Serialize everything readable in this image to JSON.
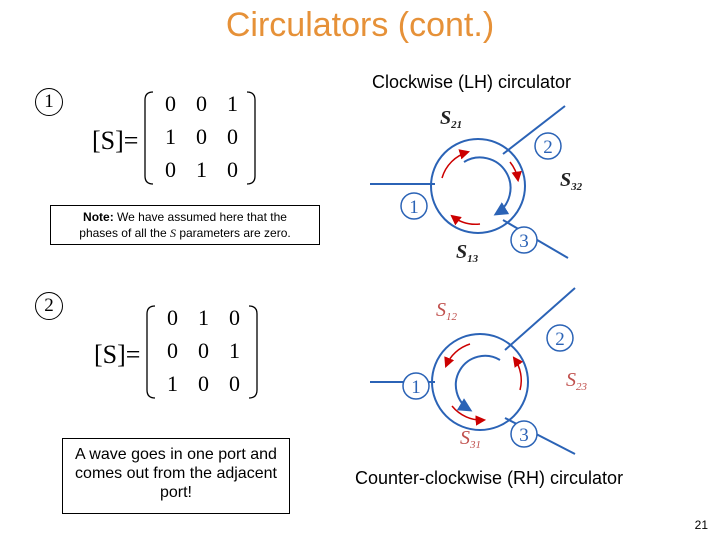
{
  "title": "Circulators (cont.)",
  "case1": {
    "number": "1",
    "matrix_label": "[S]=",
    "matrix": [
      [
        "0",
        "0",
        "1"
      ],
      [
        "1",
        "0",
        "0"
      ],
      [
        "0",
        "1",
        "0"
      ]
    ]
  },
  "note": {
    "bold": "Note:",
    "line1": " We have assumed here that the",
    "line2_a": "phases of all the ",
    "line2_s": "S",
    "line2_b": " parameters are zero."
  },
  "case2": {
    "number": "2",
    "matrix_label": "[S]=",
    "matrix": [
      [
        "0",
        "1",
        "0"
      ],
      [
        "0",
        "0",
        "1"
      ],
      [
        "1",
        "0",
        "0"
      ]
    ]
  },
  "statement": "A wave goes in one port and comes out from the adjacent port!",
  "top_diagram": {
    "caption": "Clockwise (LH) circulator",
    "port1": "1",
    "port2": "2",
    "port3": "3",
    "s21": "21",
    "s32": "32",
    "s13": "13"
  },
  "bottom_diagram": {
    "caption": "Counter-clockwise (RH) circulator",
    "port1": "1",
    "port2": "2",
    "port3": "3",
    "s12": "12",
    "s23": "23",
    "s31": "31"
  },
  "page_number": "21",
  "colors": {
    "title": "#e69138",
    "port": "#1f77b4",
    "arrow": "#cc0000",
    "line": "#2b63b6"
  }
}
